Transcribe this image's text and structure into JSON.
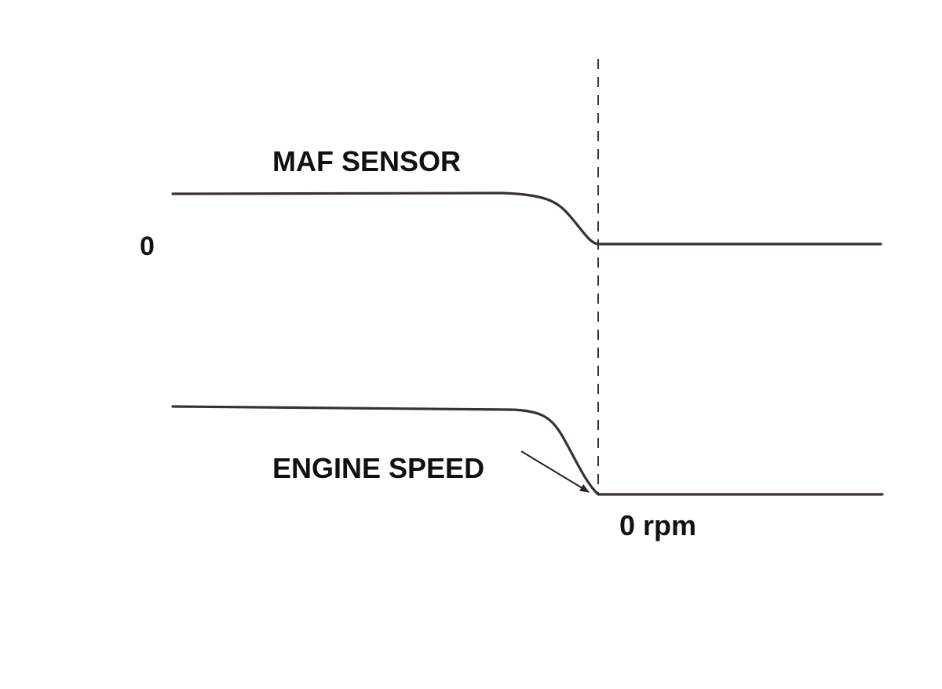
{
  "signals": {
    "maf": {
      "label": "MAF SENSOR",
      "zero_label": "0"
    },
    "engine": {
      "label": "ENGINE SPEED",
      "zero_label": "0 rpm"
    }
  },
  "colors": {
    "trace": "#3a3030",
    "text": "#111111",
    "background": "#ffffff"
  }
}
